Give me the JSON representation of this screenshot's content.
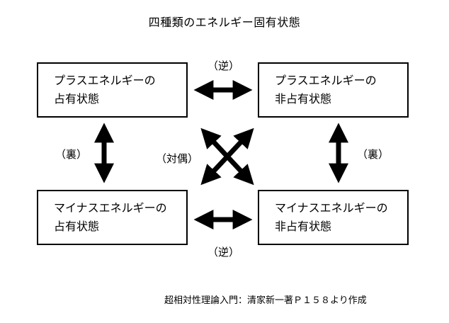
{
  "title": "四種類のエネルギー固有状態",
  "boxes": {
    "top_left": {
      "line1": "プラスエネルギーの",
      "line2": "占有状態"
    },
    "top_right": {
      "line1": "プラスエネルギーの",
      "line2": "非占有状態"
    },
    "bottom_left": {
      "line1": "マイナスエネルギーの",
      "line2": "占有状態"
    },
    "bottom_right": {
      "line1": "マイナスエネルギーの",
      "line2": "非占有状態"
    }
  },
  "relations": {
    "top": "（逆）",
    "bottom": "（逆）",
    "left": "（裏）",
    "right": "（裏）",
    "center": "（対偶）"
  },
  "credit": "超相対性理論入門：清家新一著Ｐ１５８より作成",
  "colors": {
    "stroke": "#000000",
    "background": "#ffffff"
  }
}
